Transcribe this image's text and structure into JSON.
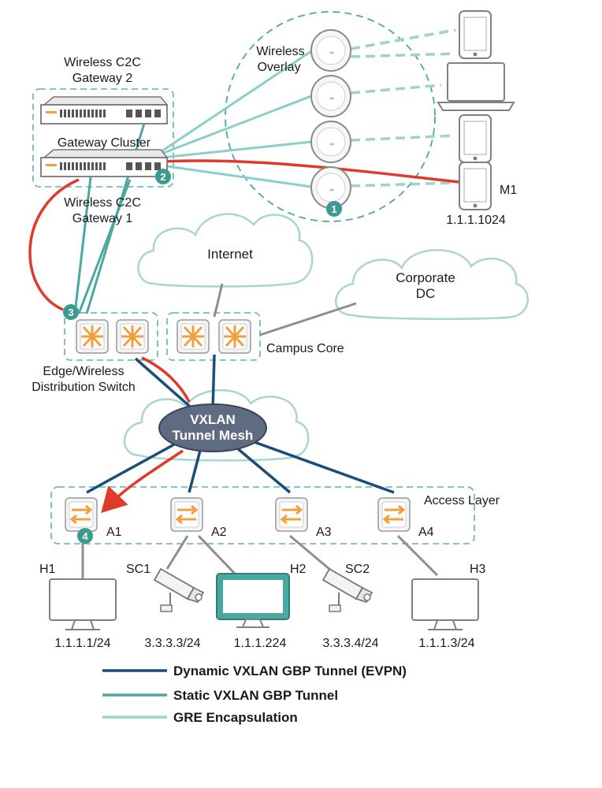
{
  "labels": {
    "gateway2": [
      "Wireless C2C",
      "Gateway 2"
    ],
    "gateway_cluster": "Gateway Cluster",
    "gateway1": [
      "Wireless C2C",
      "Gateway 1"
    ],
    "wireless_overlay": [
      "Wireless",
      "Overlay"
    ],
    "m1": "M1",
    "m1_ip": "1.1.1.1024",
    "internet": "Internet",
    "corporate_dc": [
      "Corporate",
      "DC"
    ],
    "campus_core": "Campus Core",
    "edge_switch": [
      "Edge/Wireless",
      "Distribution Switch"
    ],
    "vxlan": [
      "VXLAN",
      "Tunnel Mesh"
    ],
    "access_layer": "Access Layer",
    "a1": "A1",
    "a2": "A2",
    "a3": "A3",
    "a4": "A4",
    "h1": "H1",
    "sc1": "SC1",
    "h2": "H2",
    "sc2": "SC2",
    "h3": "H3",
    "h1_ip": "1.1.1.1/24",
    "sc1_ip": "3.3.3.3/24",
    "h2_ip": "1.1.1.224",
    "sc2_ip": "3.3.3.4/24",
    "h3_ip": "1.1.1.3/24"
  },
  "markers": [
    "1",
    "2",
    "3",
    "4"
  ],
  "legend": [
    {
      "label": "Dynamic VXLAN GBP Tunnel (EVPN)",
      "color": "#1b4f7a"
    },
    {
      "label": "Static VXLAN GBP Tunnel",
      "color": "#4aa8a0"
    },
    {
      "label": "GRE Encapsulation",
      "color": "#9fd2cc"
    }
  ],
  "colors": {
    "evpn": "#1b4f7a",
    "static": "#4aa8a0",
    "gre": "#9fd2cc",
    "red_path": "#e03a2a",
    "dashed_group": "#5fb3ab",
    "switch_icon": "#f0a040",
    "cloud_stroke": "#a9d6d1",
    "vxlan_fill": "#5f6b80"
  }
}
